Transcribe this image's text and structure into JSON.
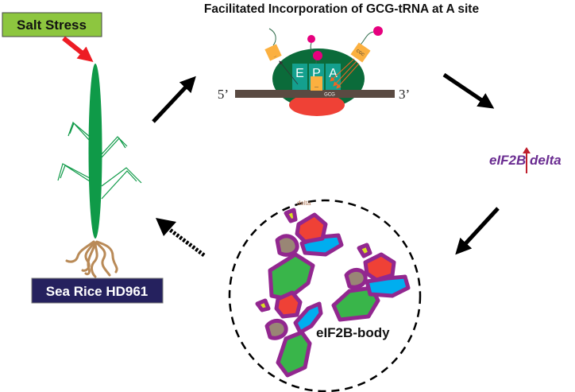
{
  "title": "Facilitated Incorporation of GCG-tRNA at A site",
  "stress_label": "Salt Stress",
  "plant_label": "Sea Rice HD961",
  "ribosome": {
    "sites": [
      "E",
      "P",
      "A"
    ],
    "mrna_5prime": "5’",
    "mrna_3prime": "3’",
    "codon": "GCG",
    "incoming_anticodon": "CGC",
    "exiting_anticodon": "...",
    "p_site_anticodon": "—"
  },
  "eif2b_delta": {
    "label": "eIF2B delta",
    "trend": "up"
  },
  "eif2b_body": {
    "label": "eIF2B-body",
    "subunit_label": "delta",
    "complex_count": 3
  },
  "colors": {
    "stress_box": "#8dc63f",
    "plant_box": "#25215e",
    "stress_arrow": "#ed1c24",
    "plant_green": "#0f9a48",
    "root_brown": "#b98a57",
    "ribosome_large": "#0b6b3a",
    "ribosome_small": "#ef4136",
    "site_teal": "#14a08e",
    "trna_orange": "#fbb040",
    "amino_acid_magenta": "#e6007e",
    "mrna_brown": "#5a4a42",
    "eif_purple": "#6a2c91",
    "complex_outline": "#92278f",
    "complex_green": "#39b54a",
    "complex_blue": "#00aeef",
    "complex_red": "#ef4136",
    "complex_brown": "#998675",
    "complex_yellow": "#d7df23",
    "up_arrow": "#be1e2d"
  }
}
